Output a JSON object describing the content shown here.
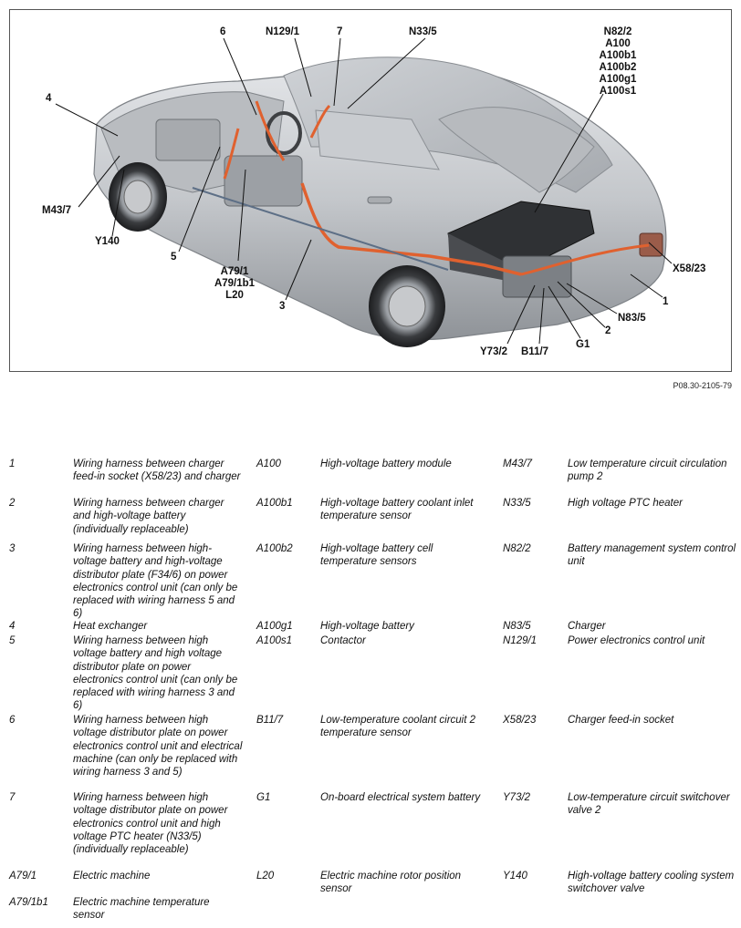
{
  "figure": {
    "reference": "P08.30-2105-79",
    "callouts": {
      "c6": "6",
      "n129_1": "N129/1",
      "c7": "7",
      "n33_5": "N33/5",
      "n82_2_group": [
        "N82/2",
        "A100",
        "A100b1",
        "A100b2",
        "A100g1",
        "A100s1"
      ],
      "c4": "4",
      "m43_7": "M43/7",
      "y140": "Y140",
      "c5": "5",
      "a79_group": [
        "A79/1",
        "A79/1b1",
        "L20"
      ],
      "c3": "3",
      "x58_23": "X58/23",
      "c1": "1",
      "n83_5": "N83/5",
      "c2": "2",
      "g1": "G1",
      "b11_7": "B11/7",
      "y73_2": "Y73/2"
    }
  },
  "legend": [
    [
      {
        "code": "1",
        "desc": "Wiring harness between charger feed-in socket (X58/23) and charger"
      },
      {
        "code": "A100",
        "desc": "High-voltage battery module"
      },
      {
        "code": "M43/7",
        "desc": "Low temperature circuit circulation pump 2"
      }
    ],
    [
      {
        "code": "2",
        "desc": "Wiring harness between charger and high-voltage battery (individually replaceable)"
      },
      {
        "code": "A100b1",
        "desc": "High-voltage battery coolant inlet temperature sensor"
      },
      {
        "code": "N33/5",
        "desc": "High voltage PTC heater"
      }
    ],
    [
      {
        "code": "3",
        "desc": "Wiring harness between high-voltage battery and high-voltage distributor plate (F34/6) on power electronics control unit (can only be replaced with wiring harness 5 and 6)"
      },
      {
        "code": "A100b2",
        "desc": "High-voltage battery cell temperature sensors"
      },
      {
        "code": "N82/2",
        "desc": "Battery management system control unit"
      }
    ],
    [
      {
        "code": "4",
        "desc": "Heat exchanger"
      },
      {
        "code": "A100g1",
        "desc": "High-voltage battery"
      },
      {
        "code": "N83/5",
        "desc": "Charger"
      }
    ],
    [
      {
        "code": "5",
        "desc": "Wiring harness between high voltage battery and high voltage distributor plate on power electronics control unit (can only be replaced with wiring harness 3 and 6)"
      },
      {
        "code": "A100s1",
        "desc": "Contactor"
      },
      {
        "code": "N129/1",
        "desc": "Power electronics control unit"
      }
    ],
    [
      {
        "code": "6",
        "desc": "Wiring harness between high voltage distributor plate on power electronics control unit and electrical machine (can only be replaced with wiring harness 3 and 5)"
      },
      {
        "code": "B11/7",
        "desc": "Low-temperature coolant circuit 2 temperature sensor"
      },
      {
        "code": "X58/23",
        "desc": "Charger feed-in socket"
      }
    ],
    [
      {
        "code": "7",
        "desc": "Wiring harness between high voltage distributor plate on power electronics control unit and high voltage PTC heater (N33/5) (individually replaceable)"
      },
      {
        "code": "G1",
        "desc": "On-board electrical system battery"
      },
      {
        "code": "Y73/2",
        "desc": "Low-temperature circuit switchover valve 2"
      }
    ],
    [
      {
        "code": "A79/1",
        "desc": "Electric machine"
      },
      {
        "code": "L20",
        "desc": "Electric machine rotor position sensor"
      },
      {
        "code": "Y140",
        "desc": "High-voltage battery cooling system switchover valve"
      }
    ],
    [
      {
        "code": "A79/1b1",
        "desc": "Electric machine temperature sensor"
      },
      null,
      null
    ]
  ]
}
